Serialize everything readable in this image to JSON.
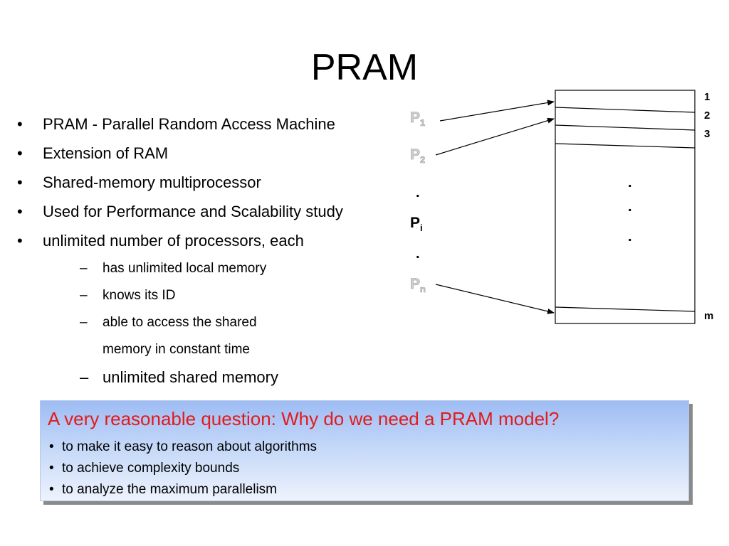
{
  "title": "PRAM",
  "bullets": [
    "PRAM - Parallel Random Access Machine",
    "Extension of RAM",
    "Shared-memory multiprocessor",
    "Used for Performance and Scalability study",
    "unlimited number of processors, each"
  ],
  "sub_bullets": [
    "has unlimited local memory",
    "knows its ID",
    "able to access the shared",
    "memory in constant time",
    "unlimited shared memory"
  ],
  "bullet_marker": "•",
  "sub_marker": "–",
  "processors": {
    "p1": {
      "base": "P",
      "sub": "1"
    },
    "p2": {
      "base": "P",
      "sub": "2"
    },
    "pi": {
      "base": "P",
      "sub": "i"
    },
    "pn": {
      "base": "P",
      "sub": "n"
    },
    "dot": "."
  },
  "memory": {
    "labels": [
      "1",
      "2",
      "3",
      "m"
    ],
    "dot": "."
  },
  "question": {
    "title": "A very reasonable question: Why do we need a PRAM model?",
    "items": [
      "to make it easy to reason about algorithms",
      "to achieve complexity bounds",
      "to analyze the maximum parallelism"
    ],
    "marker": "•"
  },
  "colors": {
    "question_title": "#e21b1b",
    "box_top": "#9ebcf4",
    "box_bottom": "#eef3fd",
    "faded_processor": "#d0d0d0"
  }
}
